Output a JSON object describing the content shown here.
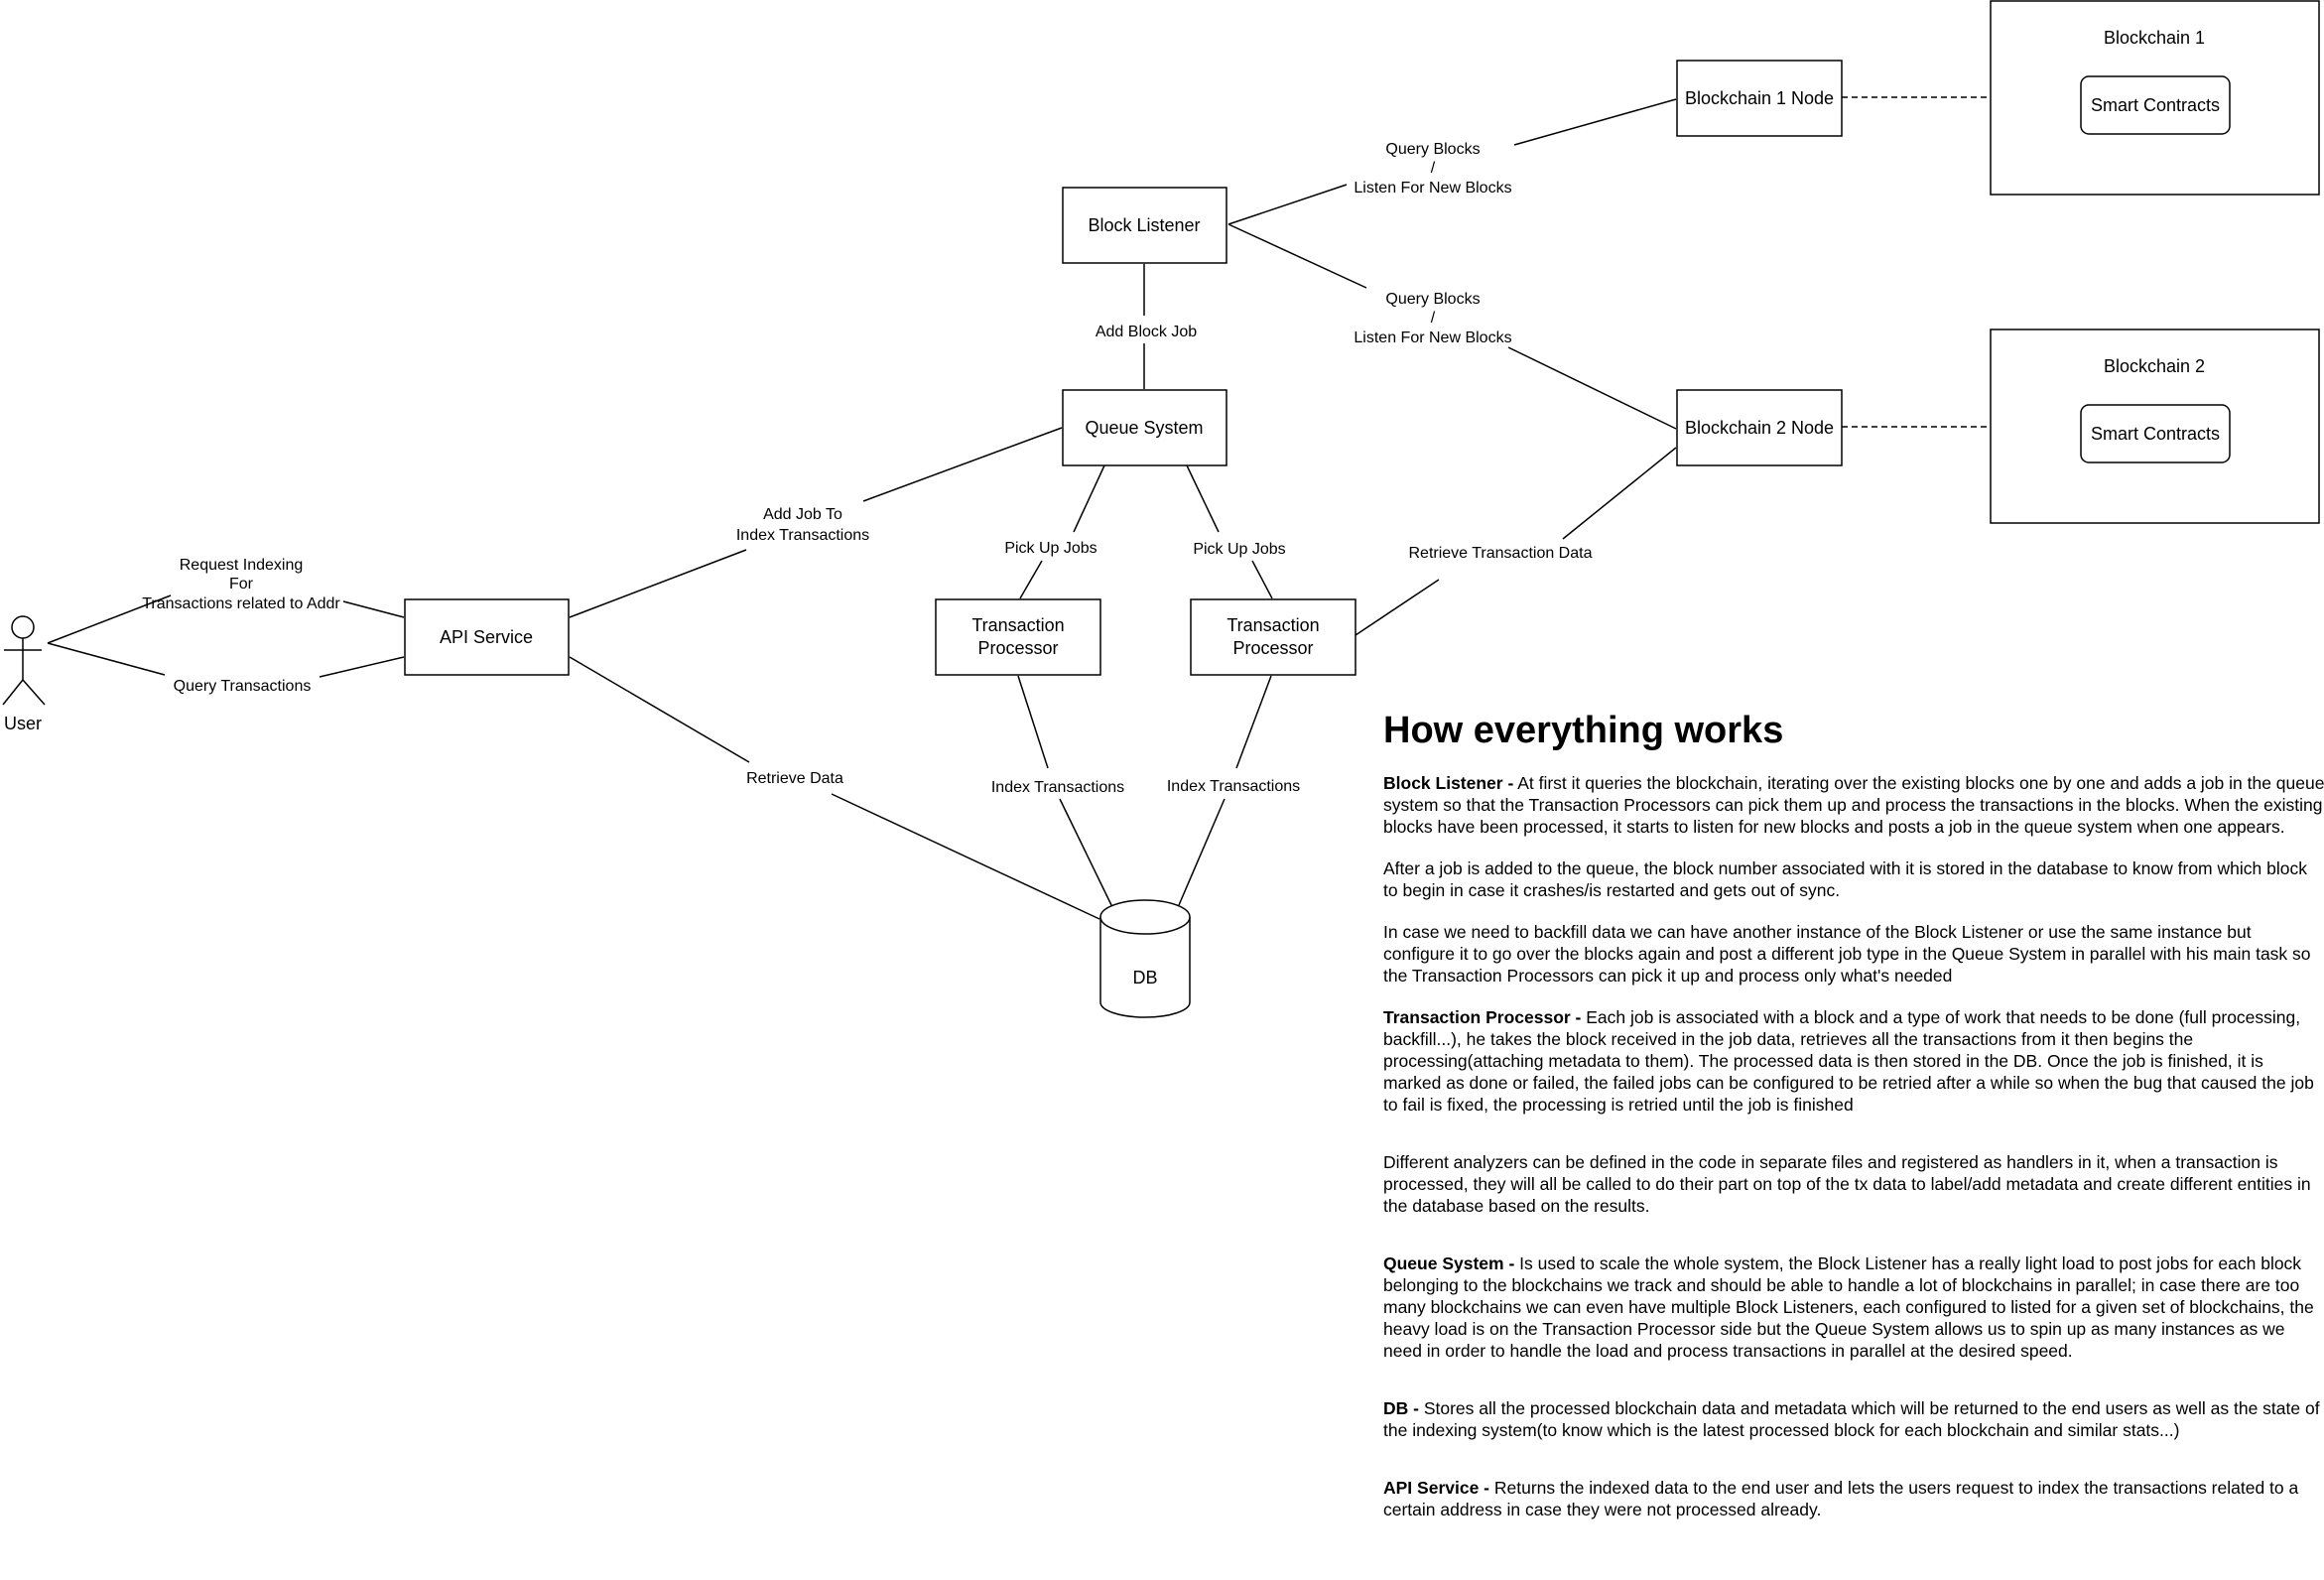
{
  "diagram": {
    "nodes": {
      "block_listener": "Block Listener",
      "queue_system": "Queue System",
      "api_service": "API Service",
      "tp1": [
        "Transaction",
        "Processor"
      ],
      "tp2": [
        "Transaction",
        "Processor"
      ],
      "bc1_node": "Blockchain 1 Node",
      "bc2_node": "Blockchain 2 Node",
      "bc1": "Blockchain 1",
      "bc2": "Blockchain 2",
      "sc1": "Smart Contracts",
      "sc2": "Smart Contracts",
      "db": "DB",
      "user": "User"
    },
    "edges": {
      "query_blocks_1": [
        "Query Blocks",
        "/",
        "Listen For New Blocks"
      ],
      "query_blocks_2": [
        "Query Blocks",
        "/",
        "Listen For New Blocks"
      ],
      "add_block_job": "Add Block Job",
      "add_job_to_index": [
        "Add Job To",
        "Index Transactions"
      ],
      "pick_up_jobs_1": "Pick Up Jobs",
      "pick_up_jobs_2": "Pick Up Jobs",
      "retrieve_tx_data": "Retrieve Transaction Data",
      "request_indexing": [
        "Request Indexing",
        "For",
        "Transactions related to Addr"
      ],
      "query_transactions": "Query Transactions",
      "retrieve_data": "Retrieve Data",
      "index_tx_1": "Index Transactions",
      "index_tx_2": "Index Transactions"
    }
  },
  "explanation": {
    "title": "How everything works",
    "block_listener_label": "Block Listener -",
    "block_listener_text": "  At first it queries the blockchain, iterating over the existing blocks one by one and adds a job in the queue system so that the Transaction Processors can pick them up and process the transactions in the blocks. When the existing blocks have been processed, it starts to listen for new blocks and posts a job in the queue system when one appears.",
    "after_job_text": "After a job is added to the queue, the block number associated with it is stored in the database to know from which block to begin in case it crashes/is restarted and gets out of sync.",
    "backfill_text": "In case we need to backfill data we can have another instance of the Block Listener or use the same instance but configure it to go over the blocks again and post a different job type in the Queue System in parallel with his main task so the Transaction Processors can pick it up and process only what's needed",
    "tp_label": "Transaction Processor -",
    "tp_text": " Each job is associated with a block and a type of work that needs to be done (full processing, backfill...), he takes the block received in the job data, retrieves all the transactions from it then begins the processing(attaching metadata to them). The processed data is then stored in the DB. Once the job is finished, it is marked as done or failed, the failed jobs can be configured to be retried after a while so when the bug that caused the job to fail is fixed, the processing is retried until the job is finished",
    "analyzers_text": "Different analyzers can be defined in the code in separate files and registered as handlers in it, when a transaction is processed, they will all be called to do their part on top of the tx data to label/add metadata and create different entities in the database based on the results.",
    "qs_label": "Queue System -",
    "qs_text": " Is used to scale the whole system, the Block Listener has a really light load to post jobs for each block belonging to the blockchains we track and should be able to handle a lot of blockchains in parallel; in case there are too many blockchains we can even have multiple Block Listeners, each configured to listed for a given set of blockchains, the heavy load is on the Transaction Processor side but the Queue System allows us to spin up as many instances as we need in order to handle the load and process transactions in parallel at the desired speed.",
    "db_label": "DB -",
    "db_text": " Stores all the processed blockchain data and metadata which will be returned to the end users as well as the state of the indexing system(to know which is the latest processed block for each blockchain and similar stats...)",
    "api_label": "API Service -",
    "api_text": " Returns the indexed data to the end user and lets the users request to index the transactions related to a certain address in case they were not processed already."
  }
}
